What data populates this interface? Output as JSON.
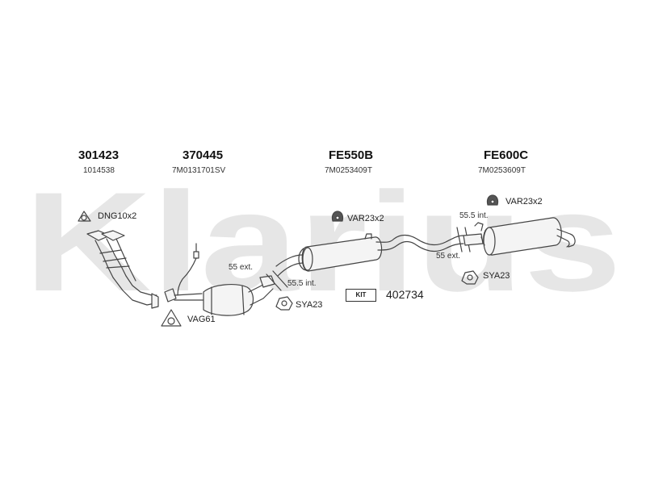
{
  "watermark": "Klarius",
  "parts": [
    {
      "part_no": "301423",
      "sub_no": "1014538"
    },
    {
      "part_no": "370445",
      "sub_no": "7M0131701SV"
    },
    {
      "part_no": "FE550B",
      "sub_no": "7M0253409T"
    },
    {
      "part_no": "FE600C",
      "sub_no": "7M0253609T"
    }
  ],
  "fittings": {
    "dng": "DNG10x2",
    "vag": "VAG61",
    "var_mid": "VAR23x2",
    "var_rear": "VAR23x2",
    "sya_mid": "SYA23",
    "sya_rear": "SYA23"
  },
  "notes": {
    "ext_55_front": "55 ext.",
    "int_555_front": "55.5 int.",
    "int_555_rear": "55.5 int.",
    "ext_55_rear": "55 ext."
  },
  "kit": {
    "badge": "KIT",
    "number": "402734"
  },
  "colors": {
    "watermark": "#e6e6e6",
    "line": "#444444",
    "fill": "#f4f4f4"
  }
}
